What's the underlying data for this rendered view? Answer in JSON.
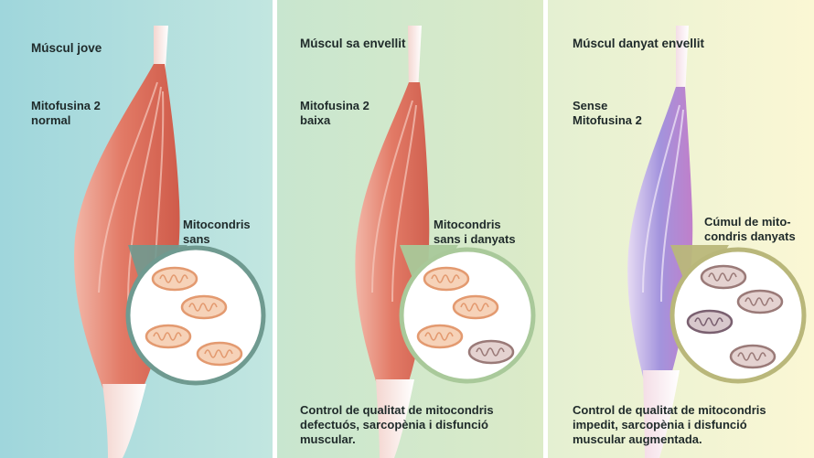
{
  "panels": [
    {
      "title": "Múscul jove",
      "mitofusin_line1": "Mitofusina 2",
      "mitofusin_line2": "normal",
      "mito_label_line1": "Mitocondris",
      "mito_label_line2": "sans",
      "caption_line1": "",
      "caption_line2": "",
      "caption_line3": ""
    },
    {
      "title": "Múscul sa envellit",
      "mitofusin_line1": "Mitofusina 2",
      "mitofusin_line2": "baixa",
      "mito_label_line1": "Mitocondris",
      "mito_label_line2": "sans i danyats",
      "caption_line1": "Control de qualitat de mitocondris",
      "caption_line2": "defectuós, sarcopènia i disfunció",
      "caption_line3": "muscular."
    },
    {
      "title": "Múscul danyat envellit",
      "mitofusin_line1": "Sense",
      "mitofusin_line2": "Mitofusina 2",
      "mito_label_line1": "Cúmul de mito-",
      "mito_label_line2": "condris danyats",
      "caption_line1": "Control de qualitat de mitocondris",
      "caption_line2": "impedit, sarcopènia i disfunció",
      "caption_line3": "muscular augmentada."
    }
  ],
  "colors": {
    "panel1_bg_left": "#9fd6dc",
    "panel1_bg_right": "#c2e6e0",
    "panel2_bg_left": "#c8e6cf",
    "panel2_bg_right": "#dcebc8",
    "panel3_bg_left": "#e4f0d2",
    "panel3_bg_right": "#fbf7d4",
    "muscle_red": "#e06f5c",
    "muscle_purple": "#a98fd6",
    "healthy_mito": "#e9a77d",
    "damaged_mito": "#9a7a78"
  }
}
